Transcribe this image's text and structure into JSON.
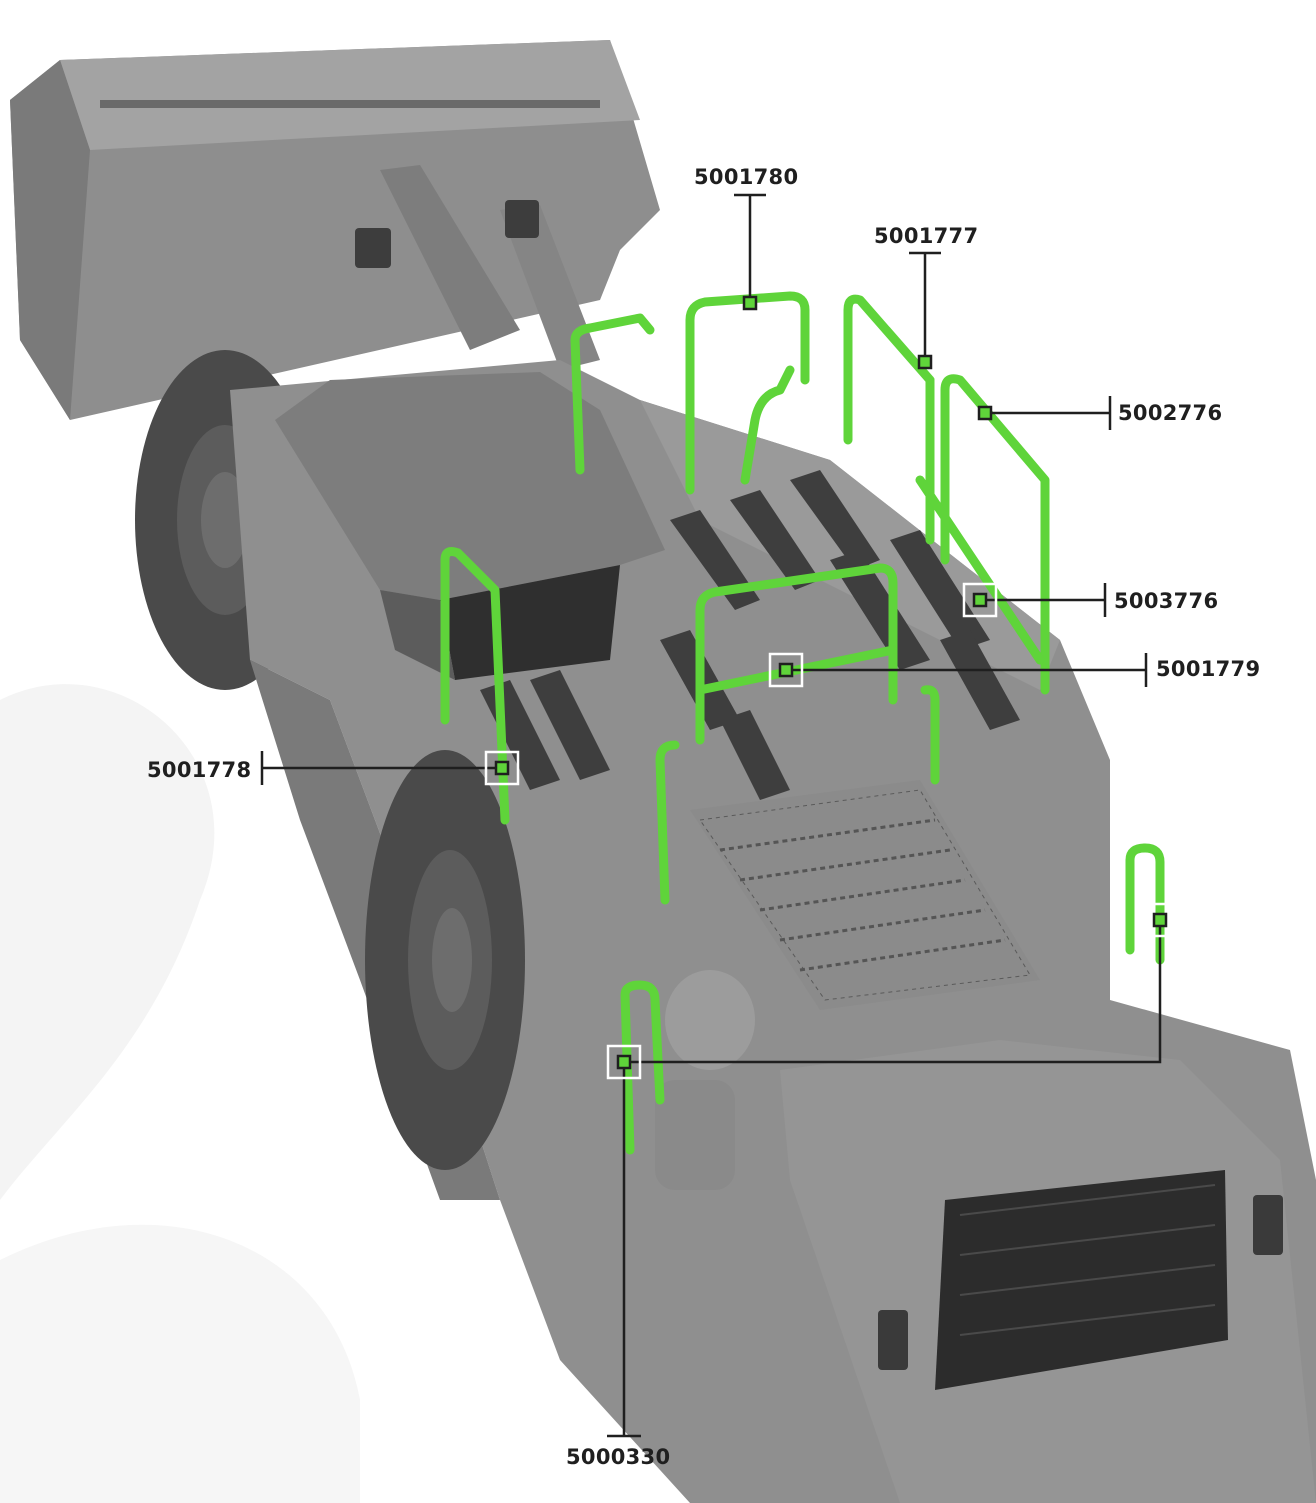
{
  "diagram": {
    "subject": "underground loader with highlighted handrail parts",
    "colors": {
      "body": "#8f8f8f",
      "body_dark": "#6f6f6f",
      "body_light": "#a5a5a5",
      "slot": "#3e3e3e",
      "tire": "#4a4a4a",
      "rail": "#5fd43a",
      "rail_dark": "#3fae22",
      "callout_line": "#1f1f1f",
      "marker_outline": "#ffffff"
    },
    "callouts": [
      {
        "id": "c1",
        "part_number": "5001780"
      },
      {
        "id": "c2",
        "part_number": "5001777"
      },
      {
        "id": "c3",
        "part_number": "5002776"
      },
      {
        "id": "c4",
        "part_number": "5003776"
      },
      {
        "id": "c5",
        "part_number": "5001779"
      },
      {
        "id": "c6",
        "part_number": "5001778"
      },
      {
        "id": "c7",
        "part_number": "5000330"
      }
    ]
  }
}
